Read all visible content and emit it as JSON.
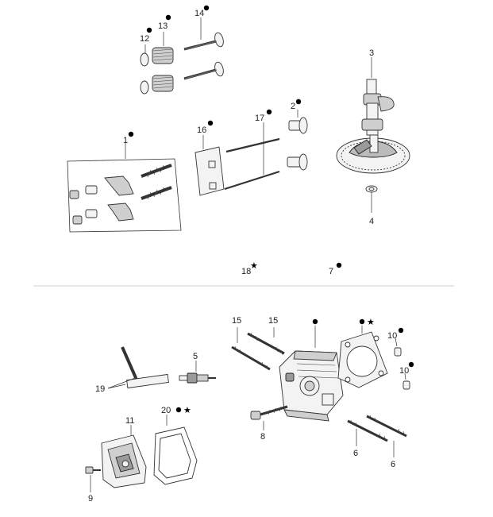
{
  "callouts": {
    "c14": "14",
    "c13": "13",
    "c12": "12",
    "c3": "3",
    "c2": "2",
    "c17": "17",
    "c16": "16",
    "c1": "1",
    "c4": "4",
    "c18": "18",
    "c7": "7",
    "c15a": "15",
    "c15b": "15",
    "c10a": "10",
    "c10b": "10",
    "c5": "5",
    "c19": "19",
    "c11": "11",
    "c20": "20",
    "c8": "8",
    "c9": "9",
    "c6a": "6",
    "c6b": "6"
  },
  "legend_marks": {
    "dot": "●",
    "star": "★"
  },
  "colors": {
    "line": "#333333",
    "fill_light": "#f3f3f3",
    "fill_mid": "#cfcfcf",
    "fill_dark": "#9a9a9a",
    "divider": "#cfcfcf"
  }
}
